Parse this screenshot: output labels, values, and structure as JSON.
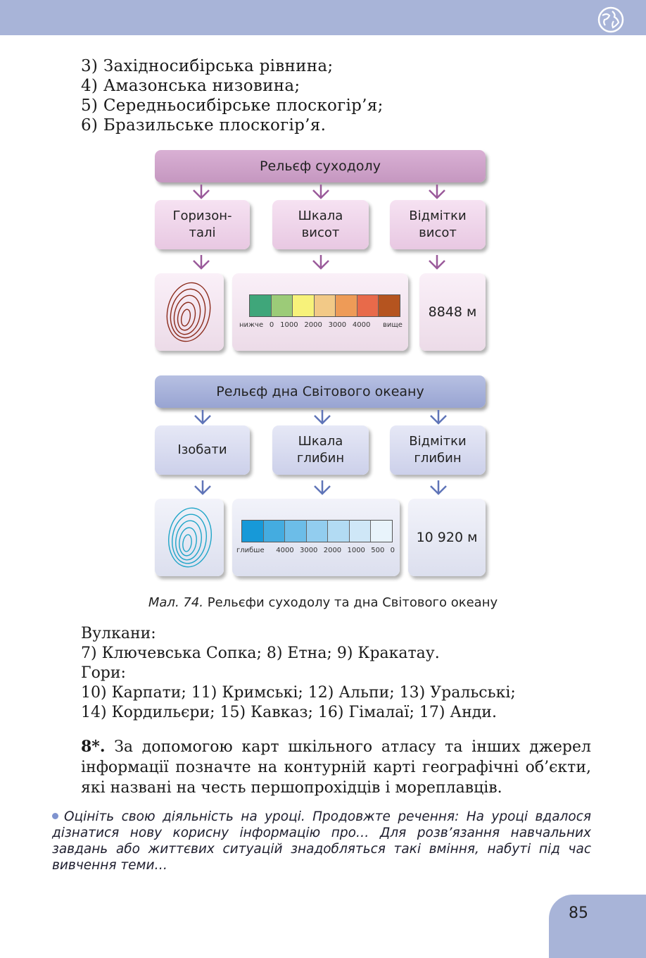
{
  "list_items": [
    "3) Західносибірська рівнина;",
    "4) Амазонська низовина;",
    "5) Середньосибірське плоскогір’я;",
    "6) Бразильське плоскогір’я."
  ],
  "diagram": {
    "land": {
      "header": "Рельєф суходолу",
      "boxes": [
        "Горизон-\nталі",
        "Шкала\nвисот",
        "Відмітки\nвисот"
      ],
      "scale_colors": [
        "#3fa67a",
        "#9ccb78",
        "#f7f27a",
        "#f2c987",
        "#ee9b57",
        "#e86a4a",
        "#b5541f"
      ],
      "scale_ticks": [
        "нижче",
        "0",
        "1000",
        "2000",
        "3000",
        "4000",
        "",
        "вище"
      ],
      "mark": "8848 м",
      "contour_color": "#8b2b1b"
    },
    "sea": {
      "header": "Рельєф дна Світового океану",
      "boxes": [
        "Ізобати",
        "Шкала\nглибин",
        "Відмітки\nглибин"
      ],
      "scale_colors": [
        "#1799d8",
        "#44ace0",
        "#6cbde8",
        "#92cdef",
        "#b2dbf3",
        "#cfe7f7",
        "#e8f3fb"
      ],
      "scale_ticks": [
        "глибше",
        "",
        "4000",
        "3000",
        "2000",
        "1000",
        "500",
        "0"
      ],
      "mark": "10 920 м",
      "contour_color": "#1fa5c8"
    }
  },
  "caption": {
    "fig": "Мал. 74.",
    "text": " Рельєфи суходолу та дна Світового океану"
  },
  "volcanoes_title": "Вулкани:",
  "volcanoes": "7) Ключевська Сопка; 8) Етна; 9) Кракатау.",
  "mountains_title": "Гори:",
  "mountains_line1": "10) Карпати; 11) Кримські; 12) Альпи; 13) Уральські;",
  "mountains_line2": "14) Кордильєри; 15) Кавказ; 16) Гімалаї; 17) Анди.",
  "task": {
    "number": "8*.",
    "text": " За допомогою карт шкільного атласу та інших джерел інформації позначте на контурній карті географічні об’єкти, які названі на честь першопрохідців і мореплавців."
  },
  "evaluation": "Оцініть свою діяльність на уроці. Продовжте речення: На уроці вдалося дізнатися нову корисну інформацію про… Для розв’язання навчальних завдань або життєвих ситуацій знадобляться такі вміння, набуті під час вивчення теми…",
  "page_number": "85",
  "colors": {
    "top_bar": "#a8b4d8",
    "land_header": "#c597c0",
    "sea_header": "#98a4d2"
  }
}
